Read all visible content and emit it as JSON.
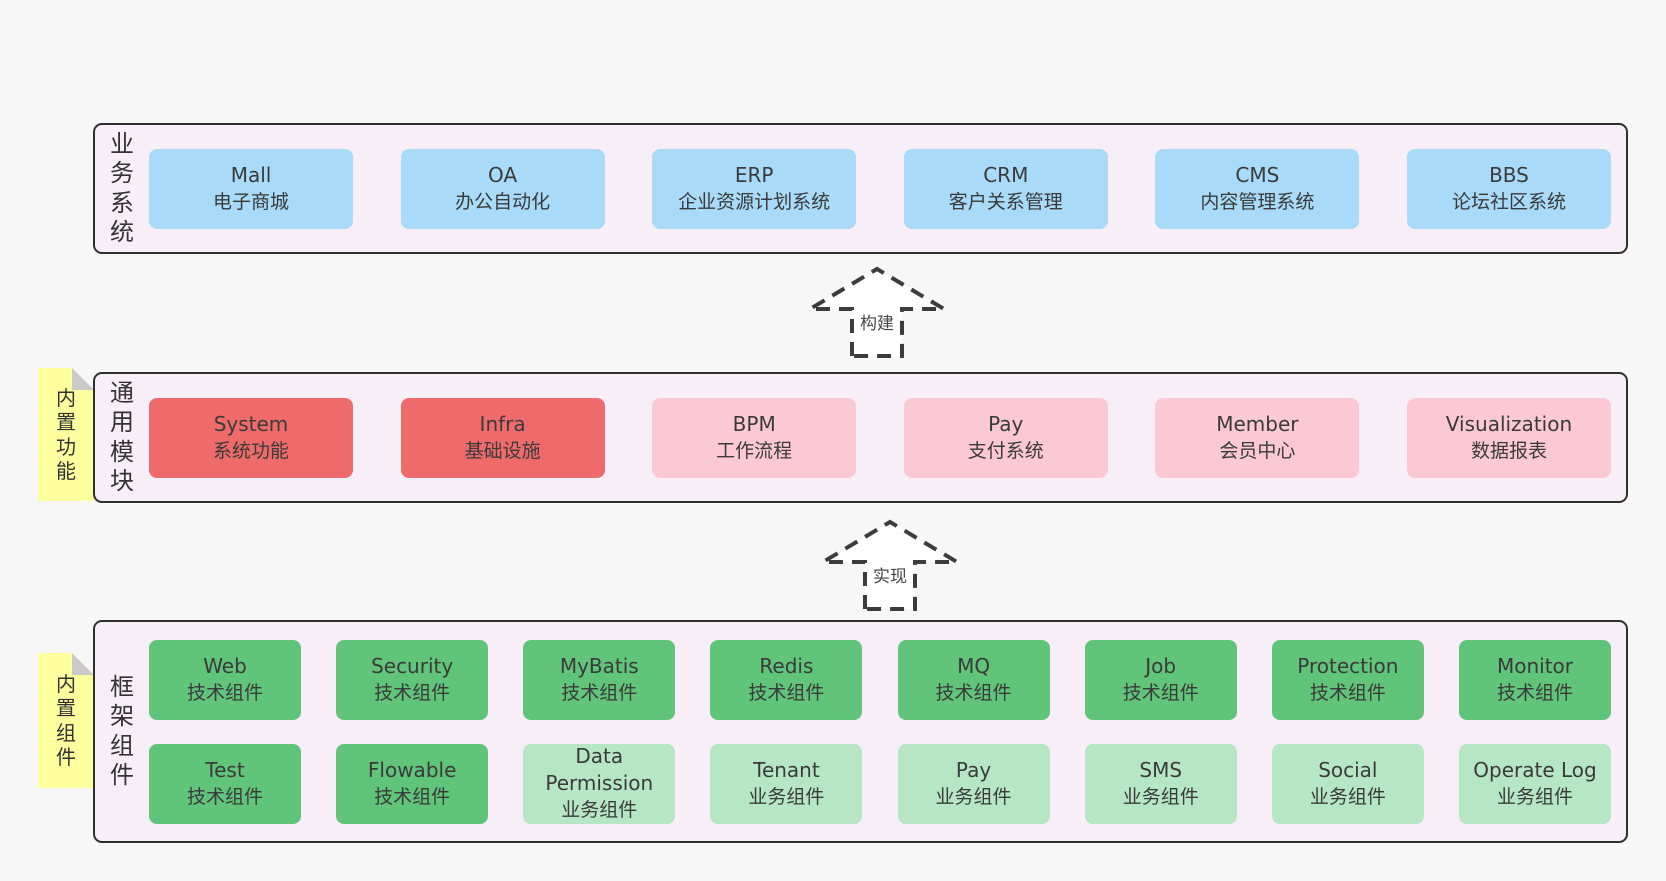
{
  "colors": {
    "page_bg": "#f7f7f7",
    "band_bg": "#f8eef7",
    "border": "#2f2f2f",
    "blue": "#a9daf7",
    "red": "#ef6b6b",
    "pink": "#fbc9d3",
    "green": "#60c47b",
    "light_green": "#b7e6c5",
    "sticky_yellow": "#fdfe9e"
  },
  "arrows": [
    {
      "label": "构建"
    },
    {
      "label": "实现"
    }
  ],
  "bands": [
    {
      "label": "业务系统",
      "boxes": [
        {
          "name": "Mall",
          "sub": "电子商城"
        },
        {
          "name": "OA",
          "sub": "办公自动化"
        },
        {
          "name": "ERP",
          "sub": "企业资源计划系统"
        },
        {
          "name": "CRM",
          "sub": "客户关系管理"
        },
        {
          "name": "CMS",
          "sub": "内容管理系统"
        },
        {
          "name": "BBS",
          "sub": "论坛社区系统"
        }
      ]
    },
    {
      "label": "通用模块",
      "sticky": "内置功能",
      "boxes": [
        {
          "name": "System",
          "sub": "系统功能"
        },
        {
          "name": "Infra",
          "sub": "基础设施"
        },
        {
          "name": "BPM",
          "sub": "工作流程"
        },
        {
          "name": "Pay",
          "sub": "支付系统"
        },
        {
          "name": "Member",
          "sub": "会员中心"
        },
        {
          "name": "Visualization",
          "sub": "数据报表"
        }
      ]
    },
    {
      "label": "框架组件",
      "sticky": "内置组件",
      "rows": [
        [
          {
            "name": "Web",
            "sub": "技术组件"
          },
          {
            "name": "Security",
            "sub": "技术组件"
          },
          {
            "name": "MyBatis",
            "sub": "技术组件"
          },
          {
            "name": "Redis",
            "sub": "技术组件"
          },
          {
            "name": "MQ",
            "sub": "技术组件"
          },
          {
            "name": "Job",
            "sub": "技术组件"
          },
          {
            "name": "Protection",
            "sub": "技术组件"
          },
          {
            "name": "Monitor",
            "sub": "技术组件"
          }
        ],
        [
          {
            "name": "Test",
            "sub": "技术组件"
          },
          {
            "name": "Flowable",
            "sub": "技术组件"
          },
          {
            "name": "Data Permission",
            "sub": "业务组件"
          },
          {
            "name": "Tenant",
            "sub": "业务组件"
          },
          {
            "name": "Pay",
            "sub": "业务组件"
          },
          {
            "name": "SMS",
            "sub": "业务组件"
          },
          {
            "name": "Social",
            "sub": "业务组件"
          },
          {
            "name": "Operate Log",
            "sub": "业务组件"
          }
        ]
      ]
    }
  ]
}
